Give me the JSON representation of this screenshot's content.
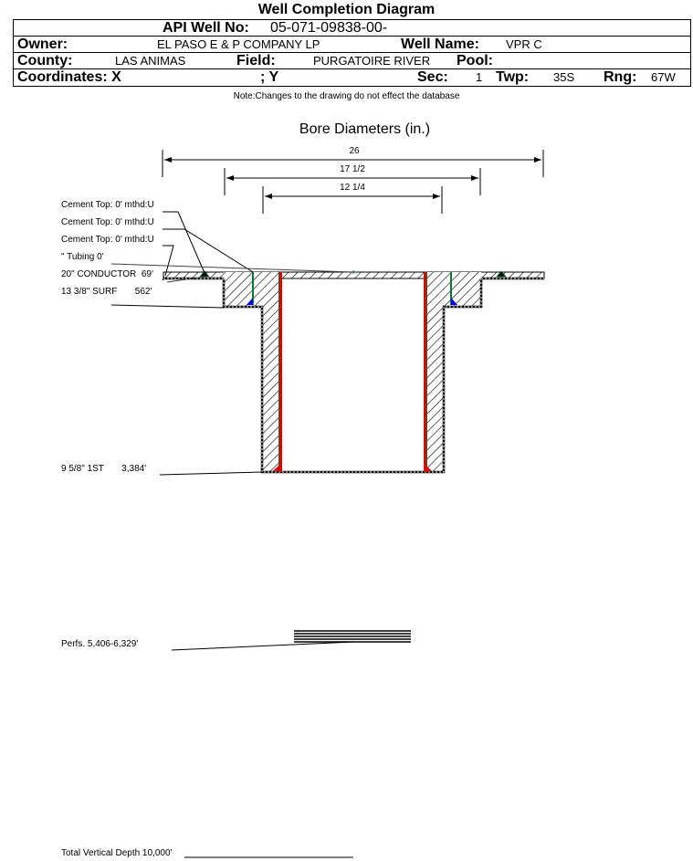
{
  "header": {
    "title": "Well Completion Diagram",
    "api_label": "API Well No:",
    "api_value": "05-071-09838-00-",
    "owner_label": "Owner:",
    "owner_value": "EL PASO E & P COMPANY LP",
    "well_name_label": "Well Name:",
    "well_name_value": "VPR C",
    "county_label": "County:",
    "county_value": "LAS ANIMAS",
    "field_label": "Field:",
    "field_value": "PURGATOIRE RIVER",
    "pool_label": "Pool:",
    "pool_value": "",
    "coords_label": "Coordinates: X",
    "coords_y_label": "; Y",
    "sec_label": "Sec:",
    "sec_value": "1",
    "twp_label": "Twp:",
    "twp_value": "35S",
    "rng_label": "Rng:",
    "rng_value": "67W"
  },
  "note": "Note:Changes to the drawing do not effect the database",
  "diagram": {
    "title": "Bore Diameters (in.)",
    "bore_diameters": [
      "26",
      "17 1/2",
      "12 1/4"
    ],
    "labels": {
      "cement_top_1": "Cement Top: 0' mthd:U",
      "cement_top_2": "Cement Top: 0' mthd:U",
      "cement_top_3": "Cement Top: 0' mthd:U",
      "tubing": "\" Tubing 0'",
      "conductor": "20\" CONDUCTOR  69'",
      "surface": "13 3/8\" SURF       562'",
      "first_string": "9 5/8\" 1ST       3,384'",
      "perfs": "Perfs. 5,406-6,329'",
      "tvd": "Total Vertical Depth 10,000'"
    },
    "colors": {
      "casing": "#e00000",
      "cement_line": "#007a33",
      "cement_top_marker": "#0000ff",
      "conductor_marker": "#000000"
    }
  }
}
